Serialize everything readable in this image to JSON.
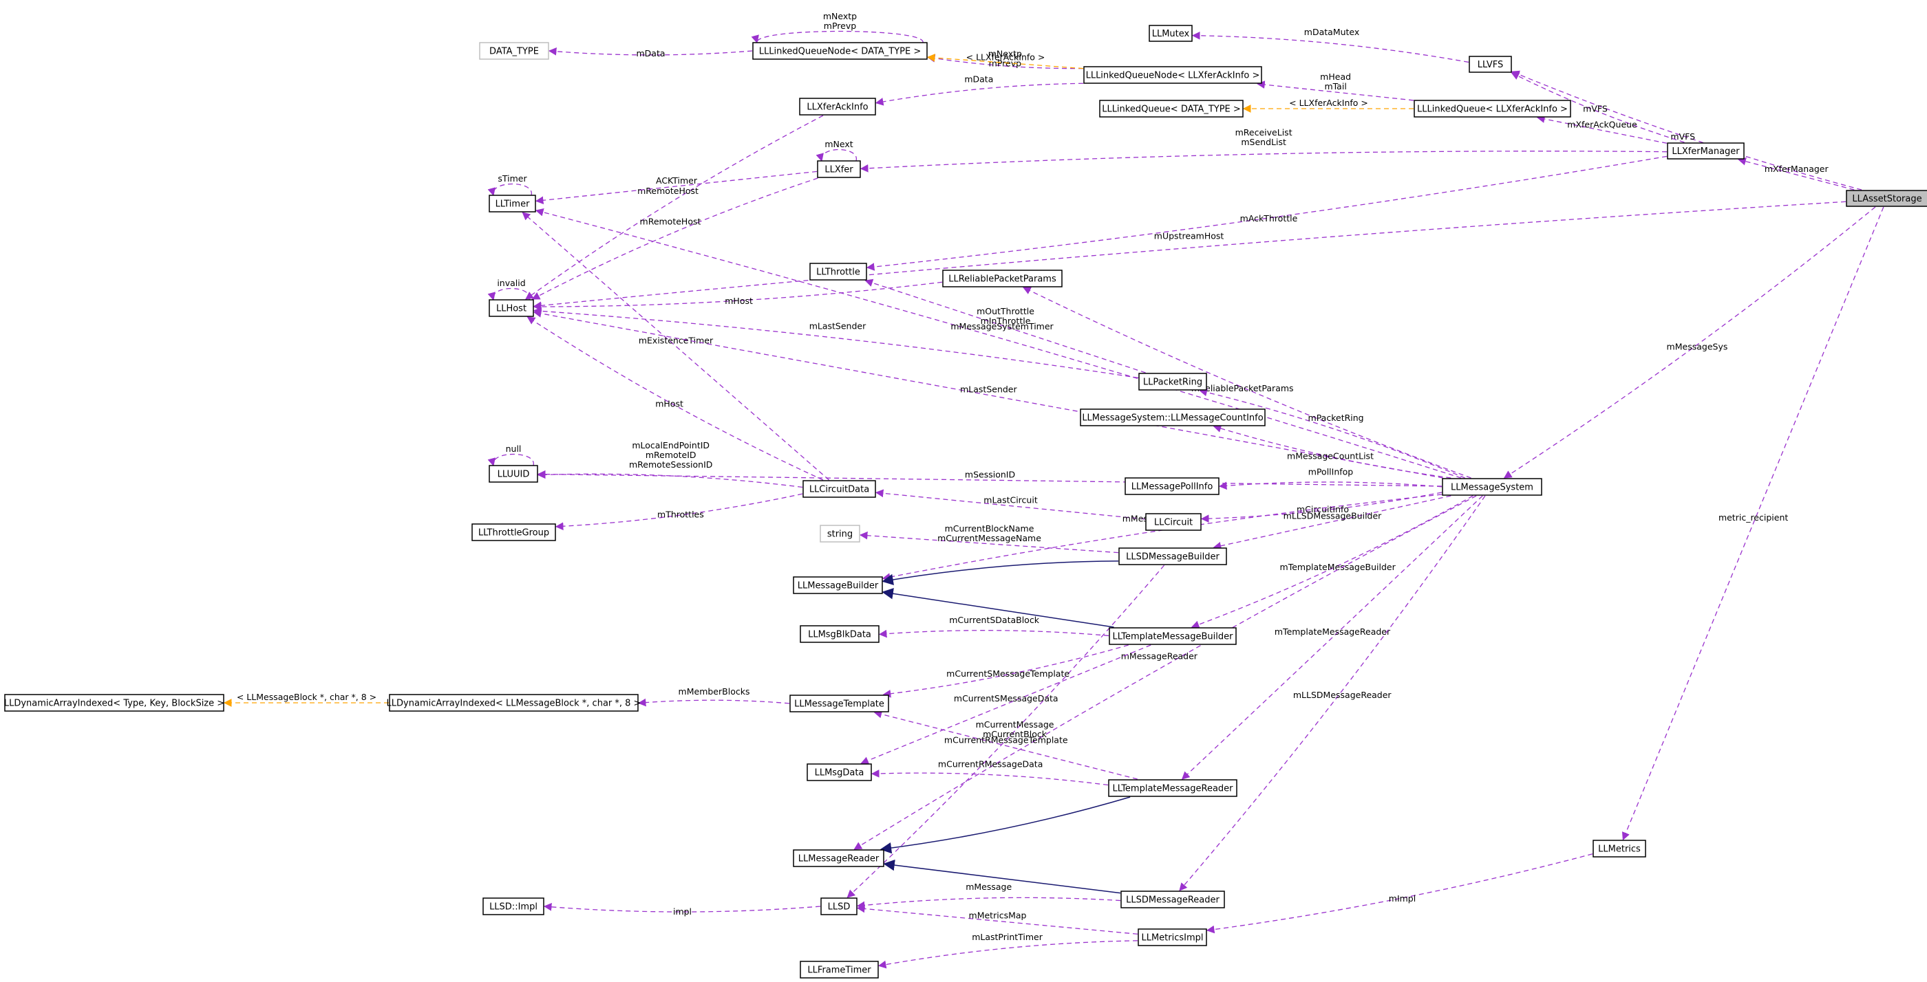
{
  "colors": {
    "usage_edge": "#9a32cd",
    "template_edge": "#ffa500",
    "inheritance_edge": "#191970",
    "node_border": "#000000",
    "undocumented_border": "#bfbfbf",
    "focus_fill": "#bfbfbf"
  },
  "nodes": [
    {
      "id": "LLAssetStorage",
      "label": "LLAssetStorage",
      "kind": "focus"
    },
    {
      "id": "LLXferManager",
      "label": "LLXferManager"
    },
    {
      "id": "LLVFS",
      "label": "LLVFS"
    },
    {
      "id": "LLMutex",
      "label": "LLMutex"
    },
    {
      "id": "LLLinkedQueueXfer",
      "label": "LLLinkedQueue< LLXferAckInfo >"
    },
    {
      "id": "LLLinkedQueueDT",
      "label": "LLLinkedQueue< DATA_TYPE >"
    },
    {
      "id": "LLLinkedQueueNodeXfer",
      "label": "LLLinkedQueueNode< LLXferAckInfo >"
    },
    {
      "id": "LLLinkedQueueNodeDT",
      "label": "LLLinkedQueueNode< DATA_TYPE >"
    },
    {
      "id": "DATA_TYPE",
      "label": "DATA_TYPE",
      "kind": "undocumented"
    },
    {
      "id": "LLXferAckInfo",
      "label": "LLXferAckInfo"
    },
    {
      "id": "LLXfer",
      "label": "LLXfer"
    },
    {
      "id": "LLTimer",
      "label": "LLTimer"
    },
    {
      "id": "LLHost",
      "label": "LLHost"
    },
    {
      "id": "LLThrottle",
      "label": "LLThrottle"
    },
    {
      "id": "LLReliablePacketParams",
      "label": "LLReliablePacketParams"
    },
    {
      "id": "LLPacketRing",
      "label": "LLPacketRing"
    },
    {
      "id": "LLMessageCountInfo",
      "label": "LLMessageSystem::LLMessageCountInfo"
    },
    {
      "id": "LLUUID",
      "label": "LLUUID"
    },
    {
      "id": "LLCircuitData",
      "label": "LLCircuitData"
    },
    {
      "id": "LLThrottleGroup",
      "label": "LLThrottleGroup"
    },
    {
      "id": "LLMessagePollInfo",
      "label": "LLMessagePollInfo"
    },
    {
      "id": "LLCircuit",
      "label": "LLCircuit"
    },
    {
      "id": "LLMessageSystem",
      "label": "LLMessageSystem"
    },
    {
      "id": "string",
      "label": "string",
      "kind": "undocumented"
    },
    {
      "id": "LLSDMessageBuilder",
      "label": "LLSDMessageBuilder"
    },
    {
      "id": "LLMessageBuilder",
      "label": "LLMessageBuilder"
    },
    {
      "id": "LLMsgBlkData",
      "label": "LLMsgBlkData"
    },
    {
      "id": "LLTemplateMessageBuilder",
      "label": "LLTemplateMessageBuilder"
    },
    {
      "id": "LLDynArrayGeneric",
      "label": "LLDynamicArrayIndexed< Type, Key, BlockSize >"
    },
    {
      "id": "LLDynArrayMsg",
      "label": "LLDynamicArrayIndexed< LLMessageBlock *, char *, 8 >"
    },
    {
      "id": "LLMessageTemplate",
      "label": "LLMessageTemplate"
    },
    {
      "id": "LLMsgData",
      "label": "LLMsgData"
    },
    {
      "id": "LLTemplateMessageReader",
      "label": "LLTemplateMessageReader"
    },
    {
      "id": "LLMessageReader",
      "label": "LLMessageReader"
    },
    {
      "id": "LLMetrics",
      "label": "LLMetrics"
    },
    {
      "id": "LLSDImpl",
      "label": "LLSD::Impl"
    },
    {
      "id": "LLSD",
      "label": "LLSD"
    },
    {
      "id": "LLSDMessageReader",
      "label": "LLSDMessageReader"
    },
    {
      "id": "LLMetricsImpl",
      "label": "LLMetricsImpl"
    },
    {
      "id": "LLFrameTimer",
      "label": "LLFrameTimer"
    }
  ],
  "edges": [
    {
      "from": "LLAssetStorage",
      "to": "LLVFS",
      "type": "usage",
      "label": "mVFS"
    },
    {
      "from": "LLAssetStorage",
      "to": "LLXferManager",
      "type": "usage",
      "label": "mXferManager"
    },
    {
      "from": "LLAssetStorage",
      "to": "LLHost",
      "type": "usage",
      "label": "mUpstreamHost"
    },
    {
      "from": "LLAssetStorage",
      "to": "LLMessageSystem",
      "type": "usage",
      "label": "mMessageSys"
    },
    {
      "from": "LLAssetStorage",
      "to": "LLMetrics",
      "type": "usage",
      "label": "metric_recipient"
    },
    {
      "from": "LLVFS",
      "to": "LLMutex",
      "type": "usage",
      "label": "mDataMutex"
    },
    {
      "from": "LLXferManager",
      "to": "LLVFS",
      "type": "usage",
      "label": "mVFS"
    },
    {
      "from": "LLXferManager",
      "to": "LLLinkedQueueXfer",
      "type": "usage",
      "label": "mXferAckQueue"
    },
    {
      "from": "LLXferManager",
      "to": "LLXfer",
      "type": "usage",
      "label": "mReceiveList\nmSendList"
    },
    {
      "from": "LLXferManager",
      "to": "LLThrottle",
      "type": "usage",
      "label": "mAckThrottle"
    },
    {
      "from": "LLLinkedQueueXfer",
      "to": "LLLinkedQueueNodeXfer",
      "type": "usage",
      "label": "mHead\nmTail"
    },
    {
      "from": "LLLinkedQueueXfer",
      "to": "LLLinkedQueueDT",
      "type": "template",
      "label": "< LLXferAckInfo >"
    },
    {
      "from": "LLLinkedQueueNodeXfer",
      "to": "LLLinkedQueueNodeDT",
      "type": "usage",
      "label": "mNextp\nmPrevp"
    },
    {
      "from": "LLLinkedQueueNodeXfer",
      "to": "LLLinkedQueueNodeDT",
      "type": "template",
      "label": "< LLXferAckInfo >"
    },
    {
      "from": "LLLinkedQueueNodeXfer",
      "to": "LLXferAckInfo",
      "type": "usage",
      "label": "mData"
    },
    {
      "from": "LLLinkedQueueNodeDT",
      "to": "DATA_TYPE",
      "type": "usage",
      "label": "mData"
    },
    {
      "from": "LLLinkedQueueNodeDT",
      "to": "LLLinkedQueueNodeDT",
      "type": "usage",
      "label": "mNextp\nmPrevp"
    },
    {
      "from": "LLXferAckInfo",
      "to": "LLHost",
      "type": "usage",
      "label": "mRemoteHost"
    },
    {
      "from": "LLXfer",
      "to": "LLXfer",
      "type": "usage",
      "label": "mNext"
    },
    {
      "from": "LLXfer",
      "to": "LLTimer",
      "type": "usage",
      "label": "ACKTimer"
    },
    {
      "from": "LLXfer",
      "to": "LLHost",
      "type": "usage",
      "label": "mRemoteHost"
    },
    {
      "from": "LLTimer",
      "to": "LLTimer",
      "type": "usage",
      "label": "sTimer"
    },
    {
      "from": "LLHost",
      "to": "LLHost",
      "type": "usage",
      "label": "invalid"
    },
    {
      "from": "LLUUID",
      "to": "LLUUID",
      "type": "usage",
      "label": "null"
    },
    {
      "from": "LLReliablePacketParams",
      "to": "LLHost",
      "type": "usage",
      "label": "mHost"
    },
    {
      "from": "LLPacketRing",
      "to": "LLThrottle",
      "type": "usage",
      "label": "mOutThrottle\nmInThrottle"
    },
    {
      "from": "LLPacketRing",
      "to": "LLHost",
      "type": "usage",
      "label": "mLastSender"
    },
    {
      "from": "LLCircuitData",
      "to": "LLHost",
      "type": "usage",
      "label": "mHost"
    },
    {
      "from": "LLCircuitData",
      "to": "LLTimer",
      "type": "usage",
      "label": "mExistenceTimer"
    },
    {
      "from": "LLCircuitData",
      "to": "LLUUID",
      "type": "usage",
      "label": "mLocalEndPointID\nmRemoteID\nmRemoteSessionID"
    },
    {
      "from": "LLCircuitData",
      "to": "LLThrottleGroup",
      "type": "usage",
      "label": "mThrottles"
    },
    {
      "from": "LLCircuit",
      "to": "LLCircuitData",
      "type": "usage",
      "label": "mLastCircuit"
    },
    {
      "from": "LLMessageSystem",
      "to": "LLTimer",
      "type": "usage",
      "label": "mMessageSystemTimer"
    },
    {
      "from": "LLMessageSystem",
      "to": "LLReliablePacketParams",
      "type": "usage",
      "label": "mReliablePacketParams"
    },
    {
      "from": "LLMessageSystem",
      "to": "LLHost",
      "type": "usage",
      "label": "mLastSender"
    },
    {
      "from": "LLMessageSystem",
      "to": "LLPacketRing",
      "type": "usage",
      "label": "mPacketRing"
    },
    {
      "from": "LLMessageSystem",
      "to": "LLMessageCountInfo",
      "type": "usage",
      "label": "mMessageCountList"
    },
    {
      "from": "LLMessageSystem",
      "to": "LLUUID",
      "type": "usage",
      "label": "mSessionID"
    },
    {
      "from": "LLMessageSystem",
      "to": "LLMessagePollInfo",
      "type": "usage",
      "label": "mPollInfop"
    },
    {
      "from": "LLMessageSystem",
      "to": "LLCircuit",
      "type": "usage",
      "label": "mCircuitInfo"
    },
    {
      "from": "LLMessageSystem",
      "to": "LLSDMessageBuilder",
      "type": "usage",
      "label": "mLLSDMessageBuilder"
    },
    {
      "from": "LLMessageSystem",
      "to": "LLMessageBuilder",
      "type": "usage",
      "label": "mMessageBuilder"
    },
    {
      "from": "LLMessageSystem",
      "to": "LLTemplateMessageBuilder",
      "type": "usage",
      "label": "mTemplateMessageBuilder"
    },
    {
      "from": "LLMessageSystem",
      "to": "LLTemplateMessageReader",
      "type": "usage",
      "label": "mTemplateMessageReader"
    },
    {
      "from": "LLMessageSystem",
      "to": "LLMessageReader",
      "type": "usage",
      "label": "mMessageReader"
    },
    {
      "from": "LLMessageSystem",
      "to": "LLSDMessageReader",
      "type": "usage",
      "label": "mLLSDMessageReader"
    },
    {
      "from": "LLSDMessageBuilder",
      "to": "string",
      "type": "usage",
      "label": "mCurrentBlockName\nmCurrentMessageName"
    },
    {
      "from": "LLSDMessageBuilder",
      "to": "LLMessageBuilder",
      "type": "inherit",
      "label": ""
    },
    {
      "from": "LLSDMessageBuilder",
      "to": "LLSD",
      "type": "usage",
      "label": "mCurrentMessage\nmCurrentBlock"
    },
    {
      "from": "LLTemplateMessageBuilder",
      "to": "LLMessageBuilder",
      "type": "inherit",
      "label": ""
    },
    {
      "from": "LLTemplateMessageBuilder",
      "to": "LLMsgBlkData",
      "type": "usage",
      "label": "mCurrentSDataBlock"
    },
    {
      "from": "LLTemplateMessageBuilder",
      "to": "LLMessageTemplate",
      "type": "usage",
      "label": "mCurrentSMessageTemplate"
    },
    {
      "from": "LLTemplateMessageBuilder",
      "to": "LLMsgData",
      "type": "usage",
      "label": "mCurrentSMessageData"
    },
    {
      "from": "LLMessageTemplate",
      "to": "LLDynArrayMsg",
      "type": "usage",
      "label": "mMemberBlocks"
    },
    {
      "from": "LLDynArrayMsg",
      "to": "LLDynArrayGeneric",
      "type": "template",
      "label": "< LLMessageBlock *, char *, 8 >"
    },
    {
      "from": "LLTemplateMessageReader",
      "to": "LLMessageTemplate",
      "type": "usage",
      "label": "mCurrentRMessageTemplate"
    },
    {
      "from": "LLTemplateMessageReader",
      "to": "LLMsgData",
      "type": "usage",
      "label": "mCurrentRMessageData"
    },
    {
      "from": "LLTemplateMessageReader",
      "to": "LLMessageReader",
      "type": "inherit",
      "label": ""
    },
    {
      "from": "LLSDMessageReader",
      "to": "LLMessageReader",
      "type": "inherit",
      "label": ""
    },
    {
      "from": "LLSDMessageReader",
      "to": "LLSD",
      "type": "usage",
      "label": "mMessage"
    },
    {
      "from": "LLSD",
      "to": "LLSDImpl",
      "type": "usage",
      "label": "impl"
    },
    {
      "from": "LLMetricsImpl",
      "to": "LLSD",
      "type": "usage",
      "label": "mMetricsMap"
    },
    {
      "from": "LLMetricsImpl",
      "to": "LLFrameTimer",
      "type": "usage",
      "label": "mLastPrintTimer"
    },
    {
      "from": "LLMetrics",
      "to": "LLMetricsImpl",
      "type": "usage",
      "label": "mImpl"
    }
  ]
}
